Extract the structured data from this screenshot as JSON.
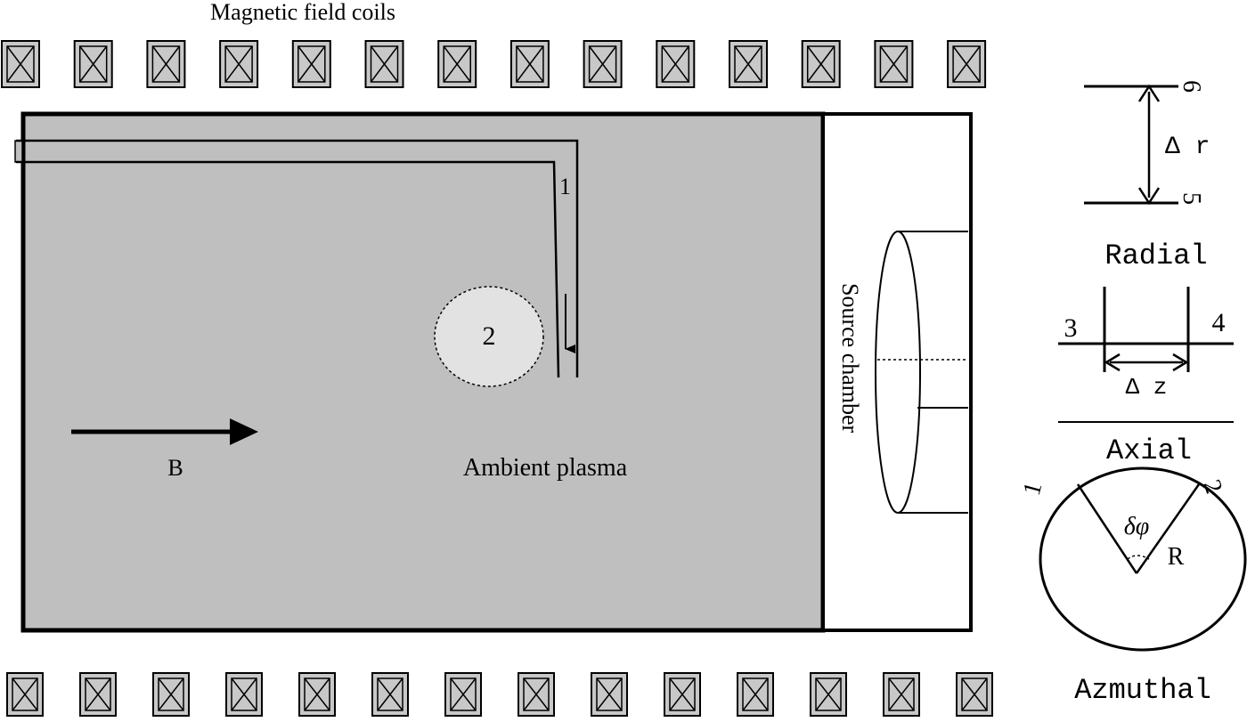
{
  "title": "Magnetic field coils",
  "main_chamber": {
    "probe_label": "1",
    "circle_label": "2",
    "field_label": "B",
    "plasma_label": "Ambient plasma",
    "source_label": "Source chamber",
    "fill_color": "#bfbfbf",
    "circle_fill": "#e2e2e2"
  },
  "coils": {
    "count_top": 14,
    "count_bottom": 14,
    "fill_color": "#c8c8c8"
  },
  "radial": {
    "delta_label": "Δ r",
    "top_label": "6",
    "bottom_label": "5",
    "caption": "Radial"
  },
  "axial": {
    "left_label": "3",
    "right_label": "4",
    "delta_label": "Δ z",
    "caption": "Axial"
  },
  "azimuthal": {
    "left_label": "1",
    "right_label": "2",
    "angle_label": "δφ",
    "radius_label": "R",
    "caption": "Azmuthal"
  }
}
